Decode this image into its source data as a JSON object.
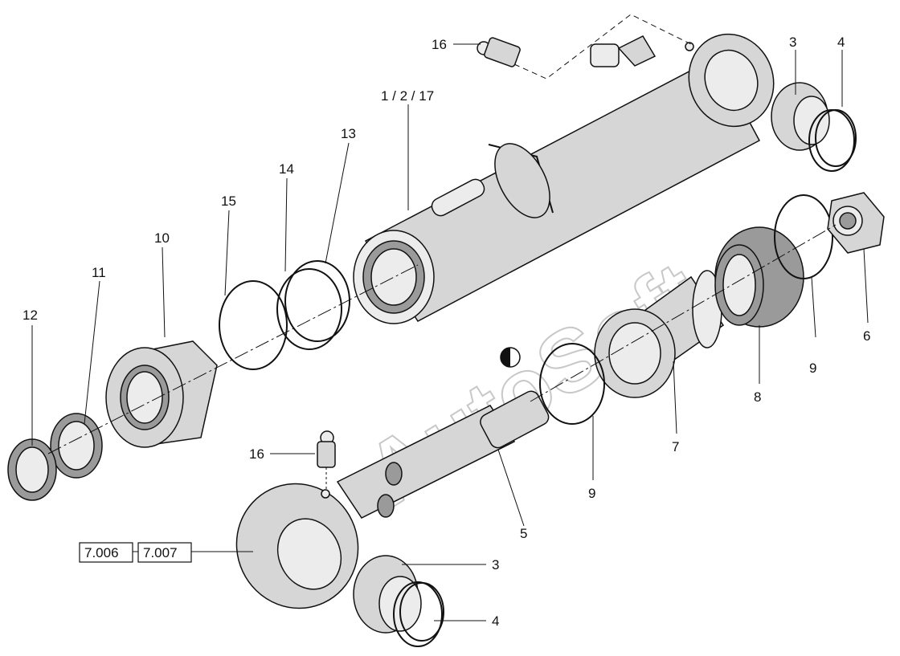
{
  "watermark": "AutoSoft",
  "part_labels": [
    {
      "id": "grease-nipple-top",
      "text": "16"
    },
    {
      "id": "cylinder-tube",
      "text": "1 / 2 / 17"
    },
    {
      "id": "bushing-top",
      "text": "3"
    },
    {
      "id": "circlip-top",
      "text": "4"
    },
    {
      "id": "seal-13",
      "text": "13"
    },
    {
      "id": "oring-14",
      "text": "14"
    },
    {
      "id": "oring-15",
      "text": "15"
    },
    {
      "id": "gland-10",
      "text": "10"
    },
    {
      "id": "seal-11",
      "text": "11"
    },
    {
      "id": "wiper-12",
      "text": "12"
    },
    {
      "id": "nut-6",
      "text": "6"
    },
    {
      "id": "ring-9-right",
      "text": "9"
    },
    {
      "id": "seal-8",
      "text": "8"
    },
    {
      "id": "piston-7",
      "text": "7"
    },
    {
      "id": "ring-9-left",
      "text": "9"
    },
    {
      "id": "rod-5",
      "text": "5"
    },
    {
      "id": "grease-nipple-rod",
      "text": "16"
    },
    {
      "id": "bushing-bottom",
      "text": "3"
    },
    {
      "id": "circlip-bottom",
      "text": "4"
    }
  ],
  "references": [
    {
      "id": "ref-a",
      "text": "7.006"
    },
    {
      "id": "ref-b",
      "text": "7.007"
    }
  ]
}
